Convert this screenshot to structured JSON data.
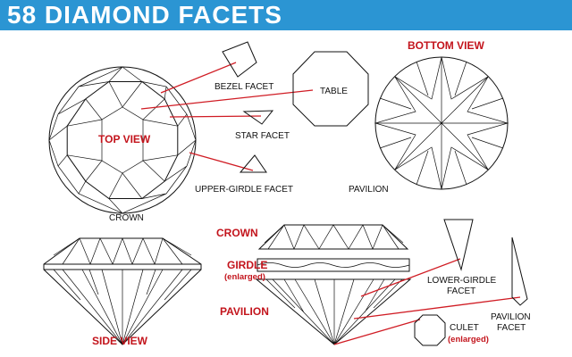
{
  "title": "58 DIAMOND FACETS",
  "colors": {
    "title_bar": "#2b95d3",
    "title_text": "#ffffff",
    "label_red": "#c3141c",
    "leader_line": "#d01c24",
    "line": "#111111"
  },
  "labels": {
    "bezel_facet": "BEZEL FACET",
    "table": "TABLE",
    "bottom_view": "BOTTOM VIEW",
    "top_view": "TOP VIEW",
    "star_facet": "STAR FACET",
    "upper_girdle_facet": "UPPER-GIRDLE FACET",
    "pavilion_bottom": "PAVILION",
    "crown_top": "CROWN",
    "crown_side": "CROWN",
    "girdle": "GIRDLE",
    "girdle_note": "(enlarged)",
    "pavilion_side": "PAVILION",
    "lower_girdle_facet_line1": "LOWER-GIRDLE",
    "lower_girdle_facet_line2": "FACET",
    "pavilion_facet_line1": "PAVILION",
    "pavilion_facet_line2": "FACET",
    "culet": "CULET",
    "culet_note": "(enlarged)",
    "side_view": "SIDE VIEW"
  }
}
